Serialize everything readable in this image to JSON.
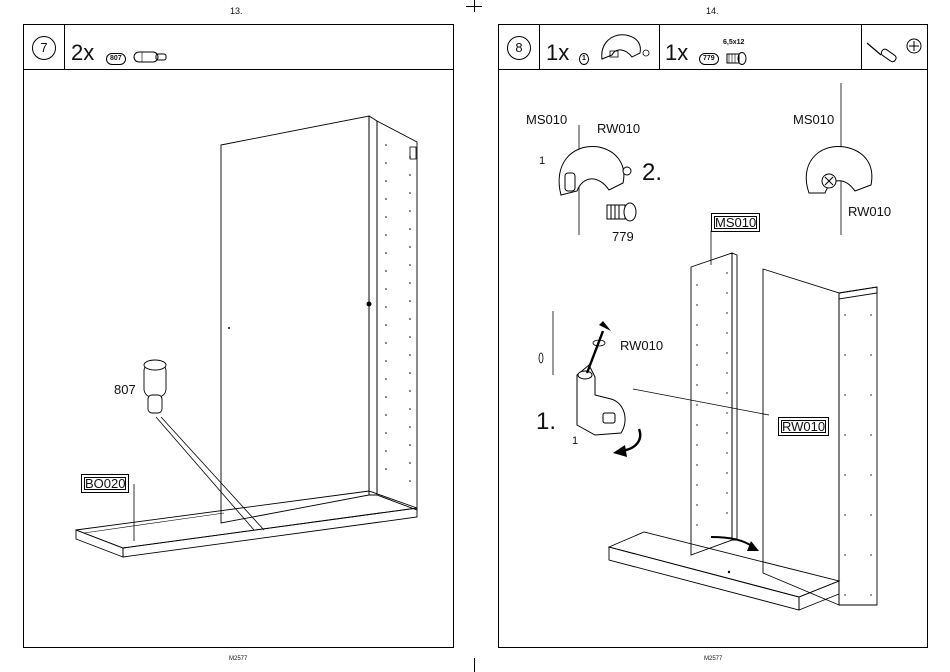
{
  "pages": [
    {
      "page_number": "13.",
      "footer": "M2577",
      "step": "7",
      "header_items": [
        {
          "quantity": "2x",
          "part_code": "807",
          "icon": "dowel-pin-icon"
        }
      ],
      "labels": {
        "part_807": "807",
        "part_bo020": "BO020"
      }
    },
    {
      "page_number": "14.",
      "footer": "M2577",
      "step": "8",
      "header_items": [
        {
          "quantity": "1x",
          "part_code": "1",
          "icon": "wall-bracket-icon"
        },
        {
          "quantity": "1x",
          "part_code": "779",
          "size": "6,5x12",
          "icon": "screw-icon"
        }
      ],
      "tools": [
        "screwdriver-icon",
        "phillips-head-icon"
      ],
      "labels": {
        "ms010_top_left": "MS010",
        "rw010_top_left": "RW010",
        "ms010_top_right": "MS010",
        "rw010_top_right": "RW010",
        "part_1_top": "1",
        "step_2": "2.",
        "screw_779": "779",
        "ms010_box": "MS010",
        "rw010_mid": "RW010",
        "step_1": "1.",
        "part_1_mid": "1",
        "rw010_box": "RW010"
      }
    }
  ]
}
